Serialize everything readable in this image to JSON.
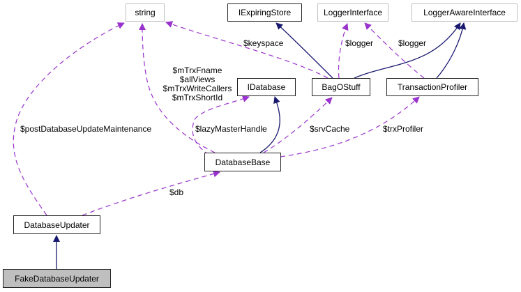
{
  "diagram": {
    "title": "FakeDatabaseUpdater collaboration graph",
    "colors": {
      "inheritance_edge": "#191970",
      "usage_edge": "#9a32cd",
      "current_node_fill": "#bfbfbf",
      "external_node_border": "#bfbfbf"
    },
    "nodes": {
      "string": "string",
      "iexpiringstore": "IExpiringStore",
      "loggerinterface": "LoggerInterface",
      "loggerawareinterface": "LoggerAwareInterface",
      "idatabase": "IDatabase",
      "bagostuff": "BagOStuff",
      "transactionprofiler": "TransactionProfiler",
      "databasebase": "DatabaseBase",
      "databaseupdater": "DatabaseUpdater",
      "fakedatabaseupdater": "FakeDatabaseUpdater"
    },
    "edge_labels": {
      "keyspace": "$keyspace",
      "logger_bag": "$logger",
      "logger_trx": "$logger",
      "string_db_1": "$mTrxFname",
      "string_db_2": "$allViews",
      "string_db_3": "$mTrxWriteCallers",
      "string_db_4": "$mTrxShortId",
      "post_update": "$postDatabaseUpdateMaintenance",
      "lazy_master": "$lazyMasterHandle",
      "srv_cache": "$srvCache",
      "trx_profiler": "$trxProfiler",
      "db": "$db"
    },
    "edges": [
      {
        "from": "BagOStuff",
        "to": "IExpiringStore",
        "kind": "inheritance"
      },
      {
        "from": "BagOStuff",
        "to": "LoggerAwareInterface",
        "kind": "inheritance"
      },
      {
        "from": "TransactionProfiler",
        "to": "LoggerAwareInterface",
        "kind": "inheritance"
      },
      {
        "from": "DatabaseBase",
        "to": "IDatabase",
        "kind": "inheritance"
      },
      {
        "from": "FakeDatabaseUpdater",
        "to": "DatabaseUpdater",
        "kind": "inheritance"
      },
      {
        "from": "BagOStuff",
        "to": "string",
        "kind": "usage",
        "label": "$keyspace"
      },
      {
        "from": "BagOStuff",
        "to": "LoggerInterface",
        "kind": "usage",
        "label": "$logger"
      },
      {
        "from": "TransactionProfiler",
        "to": "LoggerInterface",
        "kind": "usage",
        "label": "$logger"
      },
      {
        "from": "DatabaseBase",
        "to": "string",
        "kind": "usage",
        "label": "$mTrxFname $allViews $mTrxWriteCallers $mTrxShortId"
      },
      {
        "from": "DatabaseUpdater",
        "to": "string",
        "kind": "usage",
        "label": "$postDatabaseUpdateMaintenance"
      },
      {
        "from": "DatabaseBase",
        "to": "IDatabase",
        "kind": "usage",
        "label": "$lazyMasterHandle"
      },
      {
        "from": "DatabaseBase",
        "to": "BagOStuff",
        "kind": "usage",
        "label": "$srvCache"
      },
      {
        "from": "DatabaseBase",
        "to": "TransactionProfiler",
        "kind": "usage",
        "label": "$trxProfiler"
      },
      {
        "from": "DatabaseUpdater",
        "to": "DatabaseBase",
        "kind": "usage",
        "label": "$db"
      }
    ]
  }
}
